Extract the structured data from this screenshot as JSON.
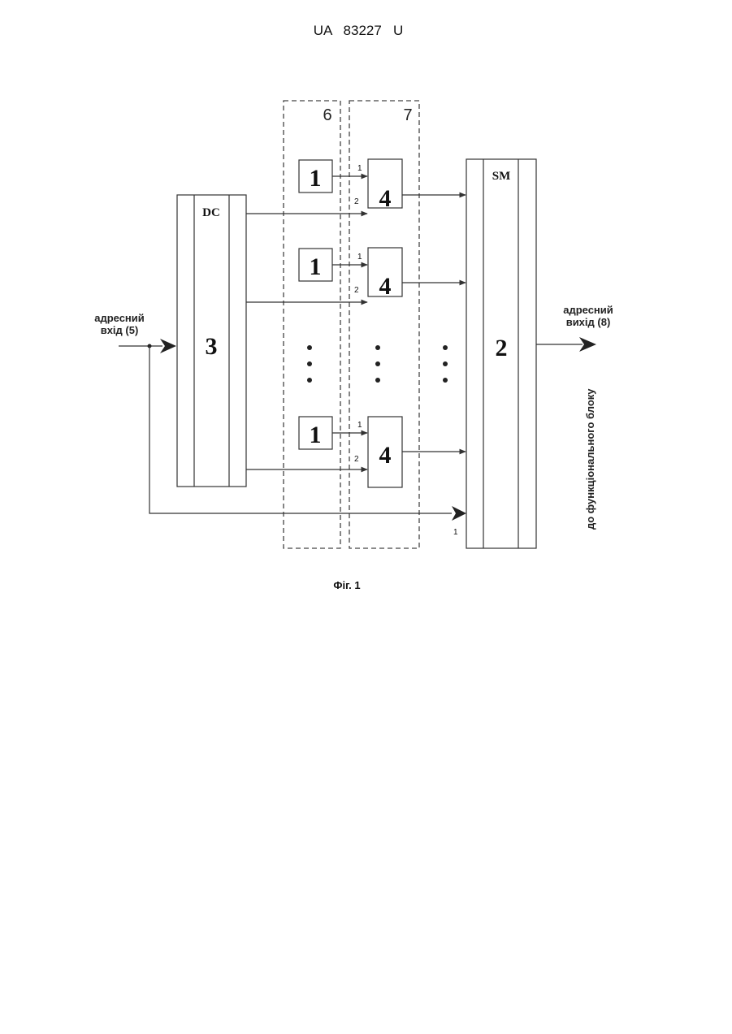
{
  "header": {
    "doc_number": "UA   83227   U"
  },
  "groups": {
    "g6": "6",
    "g7": "7"
  },
  "blocks": {
    "dc": {
      "label": "DC",
      "number": "3"
    },
    "sm": {
      "label": "SM",
      "number": "2"
    },
    "gen": "1",
    "and": "4"
  },
  "ports": {
    "p1": "1",
    "p2": "2"
  },
  "io": {
    "input_line1": "адресний",
    "input_line2": "вхід (5)",
    "output_line1": "адресний",
    "output_line2": "вихід (8)",
    "to_block": "до функціонального блоку"
  },
  "caption": "Фіг. 1"
}
